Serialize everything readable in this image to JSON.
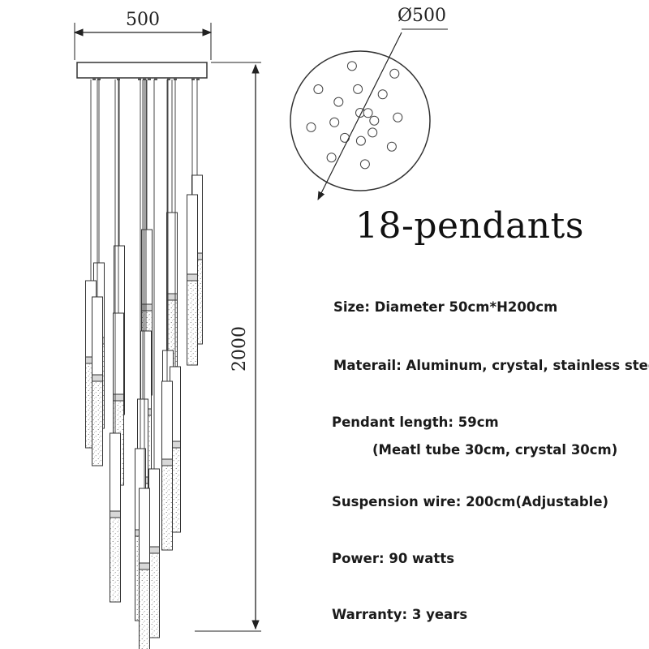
{
  "dimensions": {
    "width": "500",
    "height": "2000",
    "diameter": "Ø500"
  },
  "title": "18-pendants",
  "specs": {
    "size": "Size: Diameter 50cm*H200cm",
    "material": "Materail: Aluminum, crystal, stainless steel",
    "pendant_length": "Pendant length: 59cm",
    "pendant_detail": "(Meatl tube 30cm, crystal 30cm)",
    "suspension": "Suspension wire: 200cm(Adjustable)",
    "power": "Power: 90 watts",
    "warranty": "Warranty: 3 years"
  },
  "drawing": {
    "line_color": "#333333",
    "pendant_count": 18
  }
}
